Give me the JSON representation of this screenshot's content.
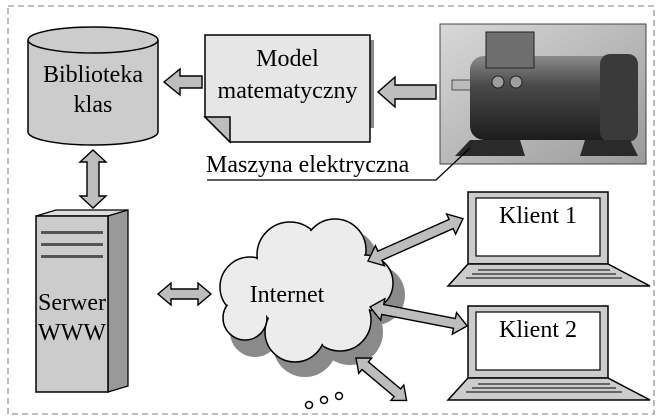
{
  "library": {
    "line1": "Biblioteka",
    "line2": "klas"
  },
  "model": {
    "line1": "Model",
    "line2": "matematyczny"
  },
  "machine": {
    "caption": "Maszyna elektryczna",
    "photo_icon": "electric-motor-photo"
  },
  "server": {
    "line1": "Serwer",
    "line2": "WWW"
  },
  "internet": {
    "label": "Internet"
  },
  "clients": [
    {
      "label": "Klient 1"
    },
    {
      "label": "Klient 2"
    }
  ],
  "colors": {
    "shape_gray": "#cccccc",
    "cloud_shadow": "#8a8a8a",
    "arrow_fill": "#bdbdbd",
    "outline": "#000000",
    "frame_dash": "#999999"
  }
}
